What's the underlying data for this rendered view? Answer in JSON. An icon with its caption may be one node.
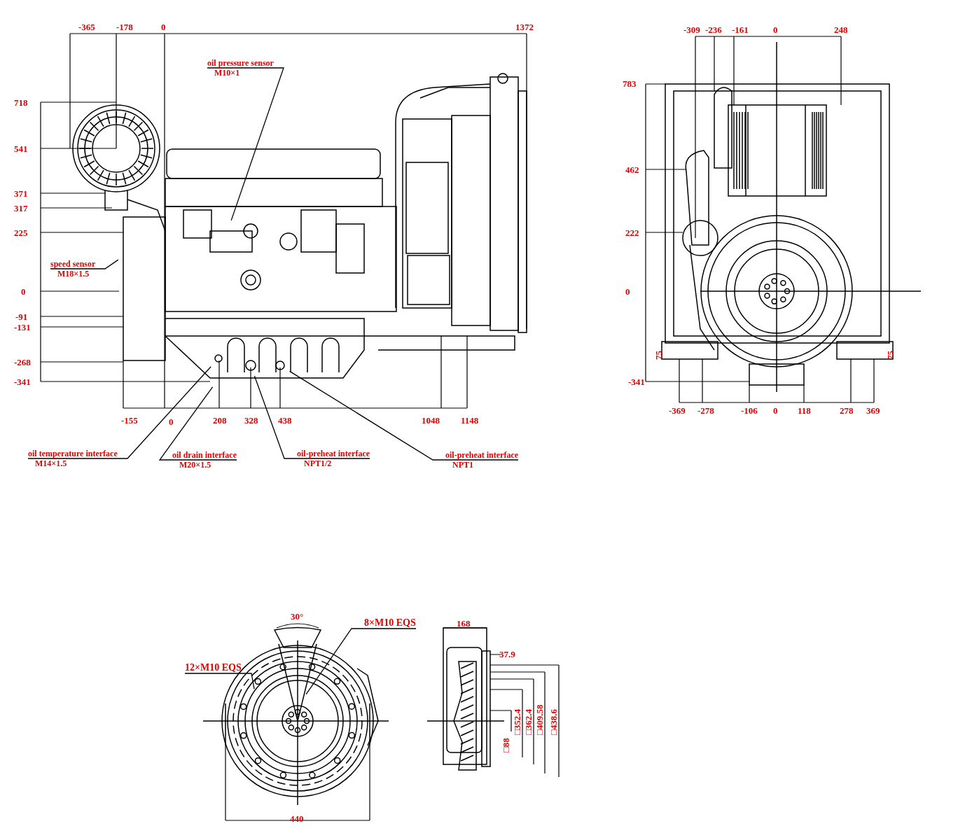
{
  "diagram": {
    "nodes": [
      {
        "text": [
          "oil pressure sensor",
          "M10×1"
        ]
      },
      {
        "text": [
          "speed sensor",
          "M18×1.5"
        ]
      },
      {
        "text": [
          "oil temperature interface",
          "M14×1.5"
        ]
      },
      {
        "text": [
          "oil drain interface",
          "M20×1.5"
        ]
      },
      {
        "text": [
          "oil-preheat interface",
          "NPT1/2"
        ]
      },
      {
        "text": [
          "oil-preheat interface",
          "NPT1"
        ]
      },
      {
        "text": [
          "8×M10 EQS"
        ]
      },
      {
        "text": [
          "12×M10 EQS"
        ]
      }
    ],
    "edges": [
      {
        "from": 0,
        "to": null,
        "arrow": "none"
      },
      {
        "from": 1,
        "to": null,
        "arrow": "none"
      },
      {
        "from": 2,
        "to": null,
        "arrow": "none"
      },
      {
        "from": 3,
        "to": null,
        "arrow": "none"
      },
      {
        "from": 4,
        "to": null,
        "arrow": "none"
      },
      {
        "from": 5,
        "to": null,
        "arrow": "none"
      },
      {
        "from": 6,
        "to": null,
        "arrow": "none"
      },
      {
        "from": 7,
        "to": null,
        "arrow": "none"
      }
    ],
    "labels": [
      "-365",
      "-178",
      "0",
      "1372",
      "-309",
      "-236",
      "-161",
      "0",
      "248",
      "718",
      "783",
      "541",
      "371",
      "462",
      "317",
      "225",
      "222",
      "0",
      "0",
      "-91",
      "-131",
      "75",
      "75",
      "-268",
      "-341",
      "-341",
      "-369",
      "-278",
      "-106",
      "0",
      "118",
      "278",
      "369",
      "-155",
      "0",
      "208",
      "328",
      "438",
      "1048",
      "1148",
      "30°",
      "168",
      "37.9",
      "□88",
      "□352.4",
      "□362.4",
      "□409.58",
      "□438.6",
      "440"
    ]
  }
}
